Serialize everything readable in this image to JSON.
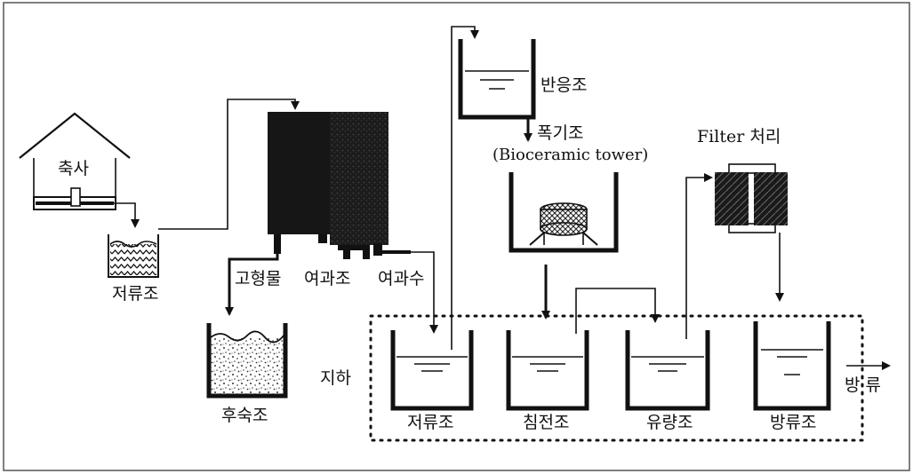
{
  "labels": {
    "barn": "축사",
    "storage_top": "저류조",
    "solids": "고형물",
    "filter_tank": "여과조",
    "filtrate": "여과수",
    "compost": "후숙조",
    "reaction": "반응조",
    "aeration": "폭기조",
    "aeration_sub": "(Bioceramic tower)",
    "filter_treat": "Filter 처리",
    "underground": "지하",
    "storage_bottom": "저류조",
    "sediment": "침전조",
    "flow": "유량조",
    "discharge_tank": "방류조",
    "discharge": "방 류"
  },
  "colors": {
    "ink": "#111111",
    "frame": "#555555",
    "filter_dark": "#1a1a1a"
  }
}
